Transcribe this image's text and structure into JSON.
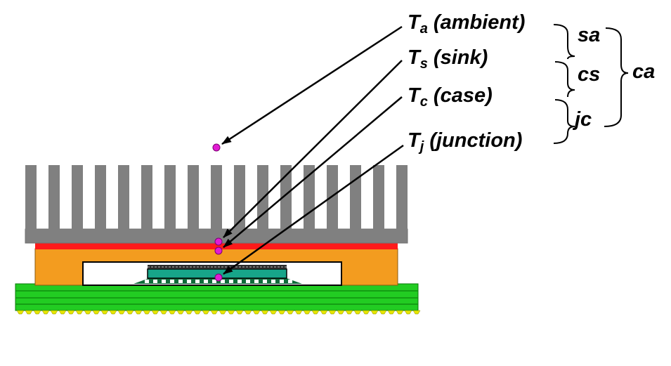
{
  "labels": {
    "ambient": {
      "symbol": "T",
      "sub": "a",
      "text": "(ambient)"
    },
    "sink": {
      "symbol": "T",
      "sub": "s",
      "text": "(sink)"
    },
    "case": {
      "symbol": "T",
      "sub": "c",
      "text": "(case)"
    },
    "junction": {
      "symbol": "T",
      "sub": "j",
      "text": "(junction)"
    }
  },
  "resistances": {
    "sa": "sa",
    "cs": "cs",
    "jc": "jc",
    "ca": "ca"
  },
  "colors": {
    "heatsink": "#808080",
    "interface": "#ff1a1a",
    "case": "#f39c1f",
    "cavity": "#ffffff",
    "die": "#17a589",
    "die_top": "#1d1d1d",
    "board": "#22cc22",
    "board_pins": "#e6e600",
    "probe": "#e21bd3",
    "arrow": "#000000"
  }
}
